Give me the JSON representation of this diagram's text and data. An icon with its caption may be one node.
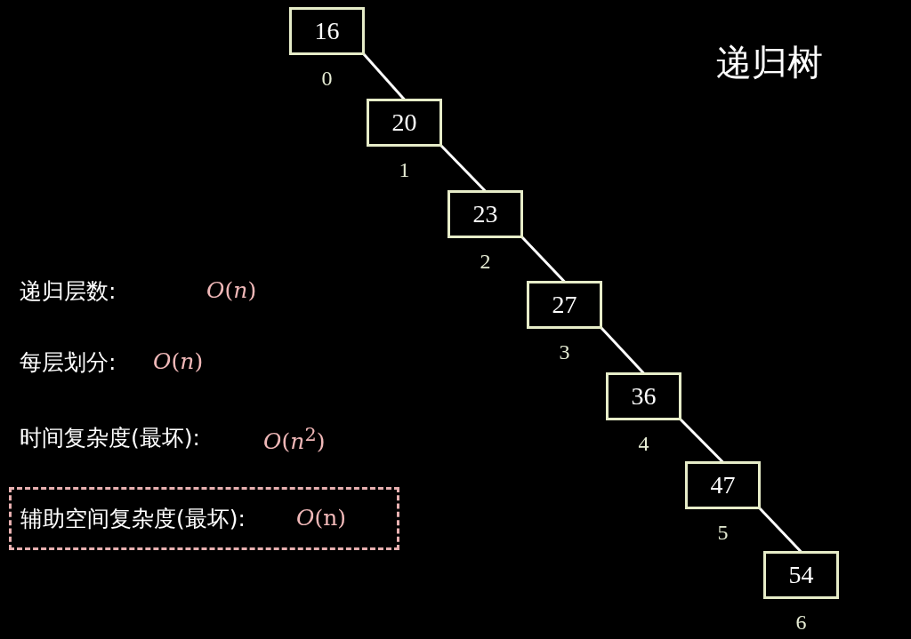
{
  "diagram": {
    "title": "递归树",
    "nodes": [
      {
        "text": [
          "16"
        ],
        "beside": [
          "0"
        ]
      },
      {
        "text": [
          "20"
        ],
        "beside": [
          "1"
        ]
      },
      {
        "text": [
          "23"
        ],
        "beside": [
          "2"
        ]
      },
      {
        "text": [
          "27"
        ],
        "beside": [
          "3"
        ]
      },
      {
        "text": [
          "36"
        ],
        "beside": [
          "4"
        ]
      },
      {
        "text": [
          "47"
        ],
        "beside": [
          "5"
        ]
      },
      {
        "text": [
          "54"
        ],
        "beside": [
          "6"
        ]
      },
      {
        "text": [
          "辅助空间复杂度(最坏):",
          "*O*(n)"
        ]
      }
    ],
    "edges": [
      {
        "from": 0,
        "to": 1,
        "arrow": "none"
      },
      {
        "from": 1,
        "to": 2,
        "arrow": "none"
      },
      {
        "from": 2,
        "to": 3,
        "arrow": "none"
      },
      {
        "from": 3,
        "to": 4,
        "arrow": "none"
      },
      {
        "from": 4,
        "to": 5,
        "arrow": "none"
      },
      {
        "from": 5,
        "to": 6,
        "arrow": "none"
      }
    ],
    "labels": [
      "递归层数:",
      "*O*(*n*)",
      "每层划分:",
      "*O*(*n*)",
      "时间复杂度(最坏):",
      "*O*(*n*$^{2}$)"
    ]
  }
}
